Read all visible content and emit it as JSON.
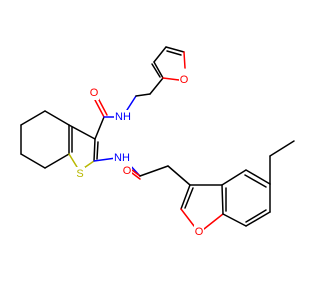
{
  "molecule": {
    "atoms": {
      "amide_carbonyl_o": {
        "symbol": "O",
        "color": "#ff0000"
      },
      "amide_nh_top": {
        "symbol": "NH",
        "color": "#0000ff"
      },
      "furan_o": {
        "symbol": "O",
        "color": "#ff0000"
      },
      "thiophene_s": {
        "symbol": "S",
        "color": "#b8b800"
      },
      "amide_nh_mid": {
        "symbol": "NH",
        "color": "#0000ff"
      },
      "acetamide_o": {
        "symbol": "O",
        "color": "#ff0000"
      },
      "benzofuran_o": {
        "symbol": "O",
        "color": "#ff0000"
      }
    },
    "colors": {
      "bond": "#000000",
      "oxygen": "#ff0000",
      "nitrogen": "#0000ff",
      "sulfur": "#b8b800"
    }
  }
}
